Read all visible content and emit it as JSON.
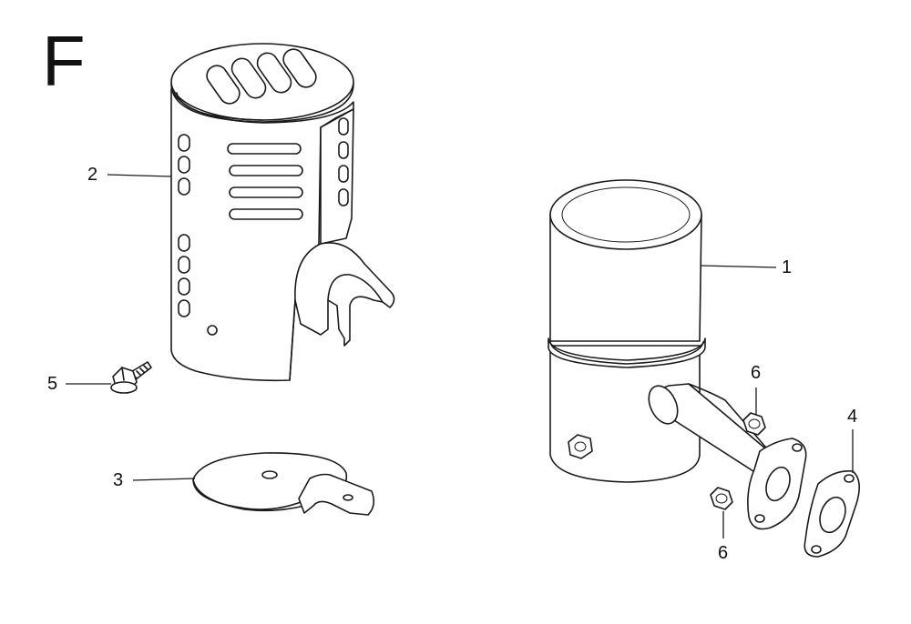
{
  "diagram": {
    "section_letter": "F",
    "callouts": [
      {
        "id": "1",
        "label": "1"
      },
      {
        "id": "2",
        "label": "2"
      },
      {
        "id": "3",
        "label": "3"
      },
      {
        "id": "4",
        "label": "4"
      },
      {
        "id": "5",
        "label": "5"
      },
      {
        "id": "6a",
        "label": "6"
      },
      {
        "id": "6b",
        "label": "6"
      }
    ]
  }
}
